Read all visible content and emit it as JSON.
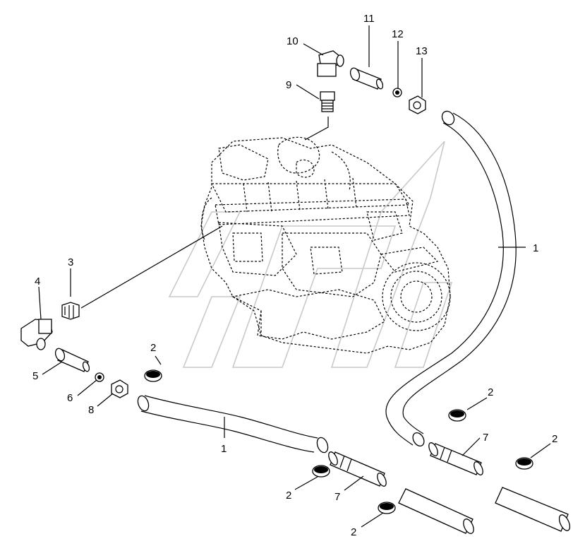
{
  "diagram": {
    "callouts": [
      {
        "id": "c1a",
        "label": "1"
      },
      {
        "id": "c1b",
        "label": "1"
      },
      {
        "id": "c2a",
        "label": "2"
      },
      {
        "id": "c2b",
        "label": "2"
      },
      {
        "id": "c2c",
        "label": "2"
      },
      {
        "id": "c2d",
        "label": "2"
      },
      {
        "id": "c2e",
        "label": "2"
      },
      {
        "id": "c3",
        "label": "3"
      },
      {
        "id": "c4",
        "label": "4"
      },
      {
        "id": "c5",
        "label": "5"
      },
      {
        "id": "c6",
        "label": "6"
      },
      {
        "id": "c7a",
        "label": "7"
      },
      {
        "id": "c7b",
        "label": "7"
      },
      {
        "id": "c8",
        "label": "8"
      },
      {
        "id": "c9",
        "label": "9"
      },
      {
        "id": "c10",
        "label": "10"
      },
      {
        "id": "c11",
        "label": "11"
      },
      {
        "id": "c12",
        "label": "12"
      },
      {
        "id": "c13",
        "label": "13"
      }
    ]
  }
}
